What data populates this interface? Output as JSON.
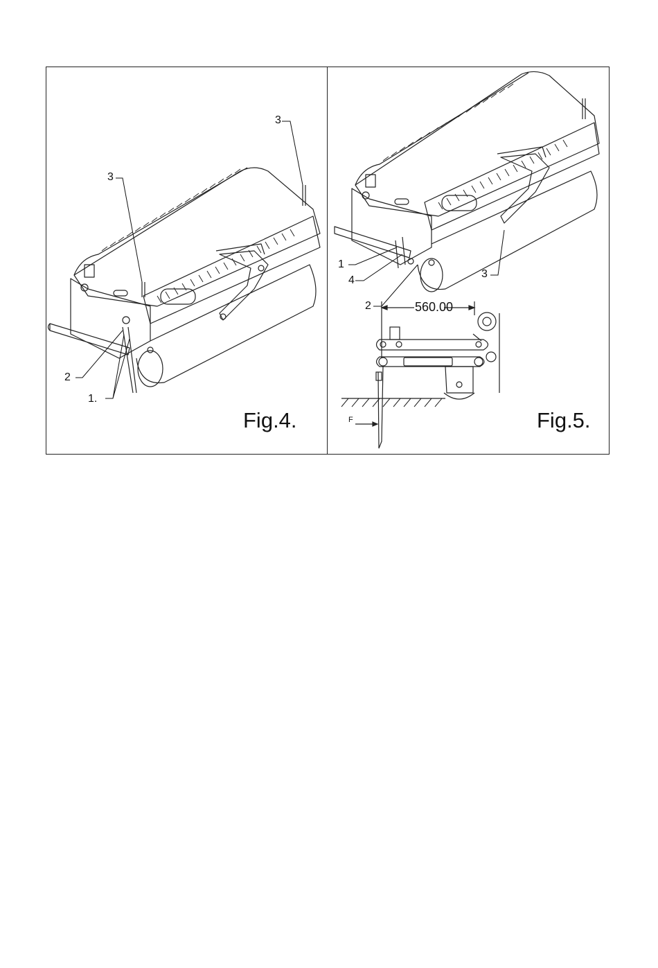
{
  "figures": [
    {
      "caption": "Fig.4.",
      "callouts": [
        "3",
        "3",
        "2",
        "1."
      ]
    },
    {
      "caption": "Fig.5.",
      "callouts": [
        "1",
        "4",
        "2",
        "3"
      ],
      "dimension": "560.00",
      "force_label": "F"
    }
  ]
}
